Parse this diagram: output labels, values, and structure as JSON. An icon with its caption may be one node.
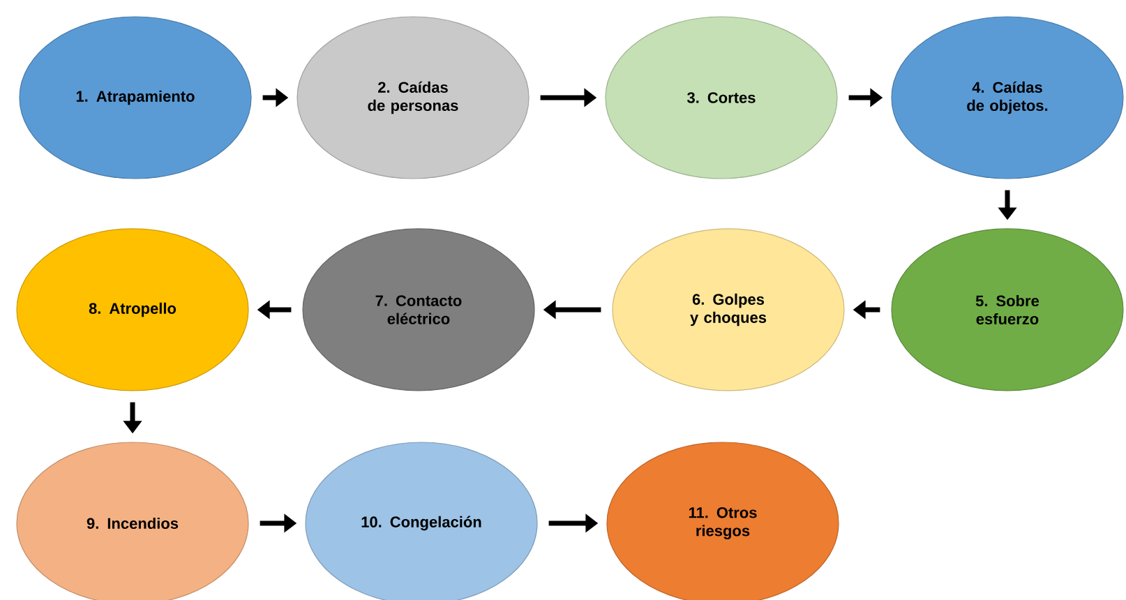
{
  "diagram": {
    "nodes": [
      {
        "text": [
          "1. Atrapamiento"
        ]
      },
      {
        "text": [
          "2. Caídas de personas"
        ]
      },
      {
        "text": [
          "3. Cortes"
        ]
      },
      {
        "text": [
          "4. Caídas de objetos."
        ]
      },
      {
        "text": [
          "5. Sobre esfuerzo"
        ]
      },
      {
        "text": [
          "6. Golpes y choques"
        ]
      },
      {
        "text": [
          "7. Contacto eléctrico"
        ]
      },
      {
        "text": [
          "8. Atropello"
        ]
      },
      {
        "text": [
          "9. Incendios"
        ]
      },
      {
        "text": [
          "10. Congelación"
        ]
      },
      {
        "text": [
          "11. Otros riesgos"
        ]
      }
    ],
    "edges": [
      {
        "from": 0,
        "to": 1,
        "arrow": "to"
      },
      {
        "from": 1,
        "to": 2,
        "arrow": "to"
      },
      {
        "from": 2,
        "to": 3,
        "arrow": "to"
      },
      {
        "from": 3,
        "to": 4,
        "arrow": "to"
      },
      {
        "from": 4,
        "to": 5,
        "arrow": "to"
      },
      {
        "from": 5,
        "to": 6,
        "arrow": "to"
      },
      {
        "from": 6,
        "to": 7,
        "arrow": "to"
      },
      {
        "from": 7,
        "to": 8,
        "arrow": "to"
      },
      {
        "from": 8,
        "to": 9,
        "arrow": "to"
      },
      {
        "from": 9,
        "to": 10,
        "arrow": "to"
      }
    ]
  }
}
